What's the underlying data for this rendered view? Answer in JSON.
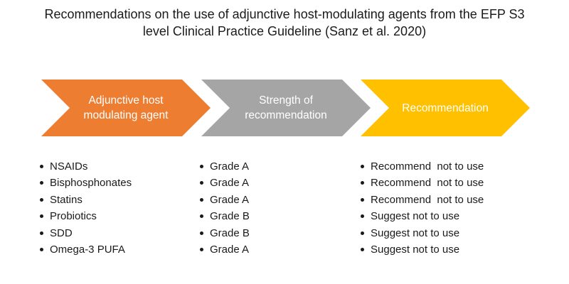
{
  "title": {
    "line1": "Recommendations on the use of adjunctive host-modulating agents from the EFP S3",
    "line2": "level Clinical Practice Guideline (Sanz et al. 2020)"
  },
  "steps": [
    {
      "line1": "Adjunctive host",
      "line2": "modulating agent",
      "color": "#ed7d31"
    },
    {
      "line1": "Strength of",
      "line2": "recommendation",
      "color": "#a5a5a5"
    },
    {
      "line1": "Recommendation",
      "line2": "",
      "color": "#ffc000"
    }
  ],
  "agents": [
    "NSAIDs",
    "Bisphosphonates",
    "Statins",
    "Probiotics",
    "SDD",
    "Omega-3 PUFA"
  ],
  "grades": [
    "Grade A",
    "Grade A",
    "Grade A",
    "Grade B",
    "Grade B",
    "Grade A"
  ],
  "recommendations": [
    "Recommend  not to use",
    "Recommend  not to use",
    "Recommend  not to use",
    "Suggest not to use",
    "Suggest not to use",
    "Suggest not to use"
  ]
}
